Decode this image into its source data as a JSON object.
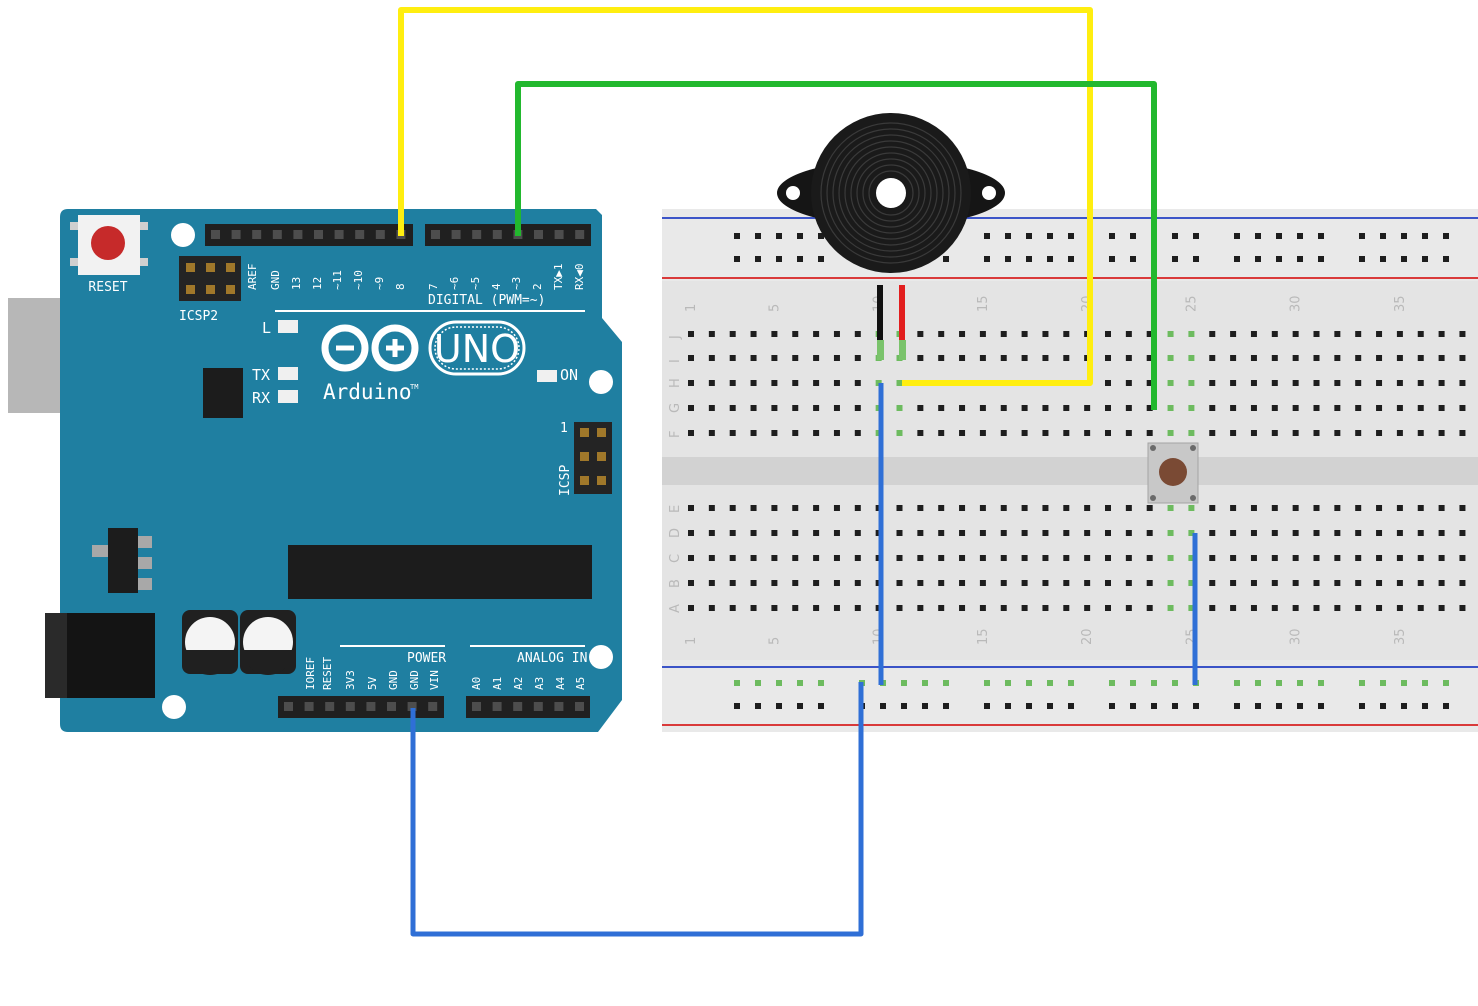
{
  "board": {
    "reset": "RESET",
    "icsp2": "ICSP2",
    "icsp": "ICSP",
    "icsp_pin": "1",
    "led_l": "L",
    "led_tx": "TX",
    "led_rx": "RX",
    "logo_uno": "UNO",
    "logo_brand": "Arduino",
    "logo_tm": "TM",
    "on": "ON",
    "digital": "DIGITAL (PWM=~)",
    "power": "POWER",
    "analog_in": "ANALOG IN",
    "digital_pins": [
      "AREF",
      "GND",
      "13",
      "12",
      "~11",
      "~10",
      "~9",
      "8",
      "7",
      "~6",
      "~5",
      "4",
      "~3",
      "2",
      "TX▶1",
      "RX◀0"
    ],
    "power_pins": [
      "IOREF",
      "RESET",
      "3V3",
      "5V",
      "GND",
      "GND",
      "VIN"
    ],
    "analog_pins": [
      "A0",
      "A1",
      "A2",
      "A3",
      "A4",
      "A5"
    ]
  },
  "breadboard": {
    "col_numbers_top": [
      "1",
      "5",
      "10",
      "15",
      "20",
      "25",
      "30",
      "35"
    ],
    "col_numbers_bottom": [
      "1",
      "5",
      "10",
      "15",
      "20",
      "25",
      "30",
      "35"
    ],
    "rows_top": [
      "J",
      "I",
      "H",
      "G",
      "F"
    ],
    "rows_bottom": [
      "E",
      "D",
      "C",
      "B",
      "A"
    ]
  },
  "colors": {
    "board": "#1f7fa1",
    "header": "#202020",
    "breadboard": "#e4e4e4",
    "wire_yellow": "#ffee10",
    "wire_green": "#22b82e",
    "wire_blue": "#2f6fd6",
    "buzzer": "#1a1a1a",
    "button_cap": "#7a4a34",
    "rail_red": "#d93a3a",
    "rail_blue": "#3c55c8"
  }
}
